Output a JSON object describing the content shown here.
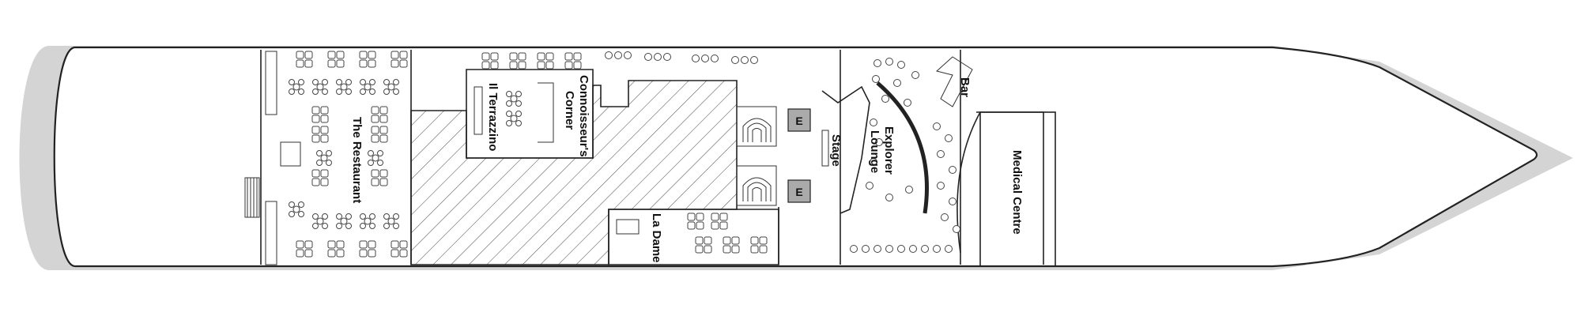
{
  "deck": {
    "rooms": {
      "restaurant": "The Restaurant",
      "terrazzino": "Il Terrazzino",
      "connoisseur_line1": "Connoisseur's",
      "connoisseur_line2": "Corner",
      "ladame": "La Dame",
      "stage": "Stage",
      "explorer_line1": "Explorer",
      "explorer_line2": "Lounge",
      "bar": "Bar",
      "medical": "Medical Centre"
    },
    "elevator_marks": [
      "E",
      "E"
    ]
  },
  "colors": {
    "hull_shadow": "#d4d4d4",
    "hull_fill": "#ffffff",
    "lines": "#222222",
    "elevator": "#aaaaaa"
  }
}
